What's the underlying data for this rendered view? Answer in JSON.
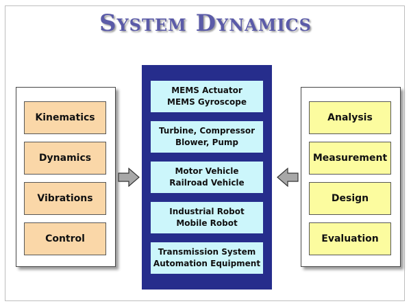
{
  "title": "System Dynamics",
  "left_panel": {
    "items": [
      "Kinematics",
      "Dynamics",
      "Vibrations",
      "Control"
    ]
  },
  "right_panel": {
    "items": [
      "Analysis",
      "Measurement",
      "Design",
      "Evaluation"
    ]
  },
  "center_panel": {
    "items": [
      {
        "line1": "MEMS Actuator",
        "line2": "MEMS Gyroscope"
      },
      {
        "line1": "Turbine, Compressor",
        "line2": "Blower, Pump"
      },
      {
        "line1": "Motor Vehicle",
        "line2": "Railroad Vehicle"
      },
      {
        "line1": "Industrial Robot",
        "line2": "Mobile Robot"
      },
      {
        "line1": "Transmission System",
        "line2": "Automation Equipment"
      }
    ]
  },
  "colors": {
    "title": "#5b5ba8",
    "left_boxes": "#fad7a8",
    "right_boxes": "#fcfc9f",
    "center_background": "#262d8c",
    "center_boxes": "#ccf6fb",
    "arrows": "#a8a8a8"
  },
  "icons": {
    "left_arrow": "arrow-right-icon",
    "right_arrow": "arrow-left-icon"
  }
}
